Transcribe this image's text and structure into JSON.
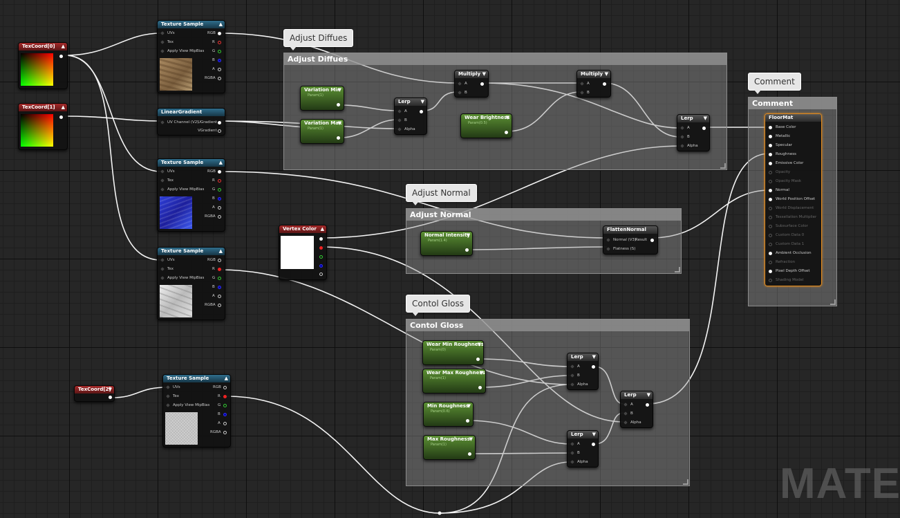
{
  "comments": {
    "adjust_diffuse": "Adjust Diffues",
    "adjust_normal": "Adjust Normal",
    "contol_gloss": "Contol Gloss",
    "comment": "Comment"
  },
  "nodes": {
    "texcoord0": "TexCoord[0]",
    "texcoord1": "TexCoord[1]",
    "texcoord2": "TexCoord[2]",
    "texture_sample": "Texture Sample",
    "linear_gradient": "LinearGradient",
    "vertex_color": "Vertex Color",
    "variation_min": "Variation Min",
    "variation_max": "Variation Max",
    "wear_brightness": "Wear Brightness",
    "lerp": "Lerp",
    "multiply": "Multiply",
    "normal_intensity": "Normal Intensity",
    "flatten_normal": "FlattenNormal",
    "wear_min_roughness": "Wear Min Roughness",
    "wear_max_roughness": "Wear Max Roughness",
    "min_roughness": "Min Roughness",
    "max_roughness": "Max Roughness",
    "floormat": "FloorMat"
  },
  "params": {
    "variation_min": "Param(1)",
    "variation_max": "Param(1)",
    "wear_brightness": "Param(0.5)",
    "normal_intensity": "Param(1.4)",
    "wear_min_roughness": "Param(0)",
    "wear_max_roughness": "Param(1)",
    "min_roughness": "Param(0.6)",
    "max_roughness": "Param(1)"
  },
  "pins": {
    "uvs": "UVs",
    "tex": "Tex",
    "apply_mip": "Apply View MipBias",
    "rgb": "RGB",
    "r": "R",
    "g": "G",
    "b": "B",
    "a": "A",
    "rgba": "RGBA",
    "uv_channel": "UV Channel (V2)",
    "ugradient": "UGradient",
    "vgradient": "VGradient",
    "pin_a": "A",
    "pin_b": "B",
    "alpha": "Alpha",
    "normal_v3": "Normal (V3)",
    "result": "Result",
    "flatness": "Flatness (S)"
  },
  "material_pins": [
    {
      "label": "Base Color",
      "active": true
    },
    {
      "label": "Metallic",
      "active": true
    },
    {
      "label": "Specular",
      "active": true
    },
    {
      "label": "Roughness",
      "active": true
    },
    {
      "label": "Emissive Color",
      "active": true
    },
    {
      "label": "Opacity",
      "active": false
    },
    {
      "label": "Opacity Mask",
      "active": false
    },
    {
      "label": "Normal",
      "active": true
    },
    {
      "label": "World Position Offset",
      "active": true
    },
    {
      "label": "World Displacement",
      "active": false
    },
    {
      "label": "Tessellation Multiplier",
      "active": false
    },
    {
      "label": "Subsurface Color",
      "active": false
    },
    {
      "label": "Custom Data 0",
      "active": false
    },
    {
      "label": "Custom Data 1",
      "active": false
    },
    {
      "label": "Ambient Occlusion",
      "active": true
    },
    {
      "label": "Refraction",
      "active": false
    },
    {
      "label": "Pixel Depth Offset",
      "active": true
    },
    {
      "label": "Shading Model",
      "active": false
    }
  ],
  "watermark": "MATER",
  "colors": {
    "node_red": "#a52a2a",
    "node_blue": "#2f6e8c",
    "param_green": "#5b8f33",
    "wire": "#ffffff",
    "material_outline": "#e08a1e"
  }
}
